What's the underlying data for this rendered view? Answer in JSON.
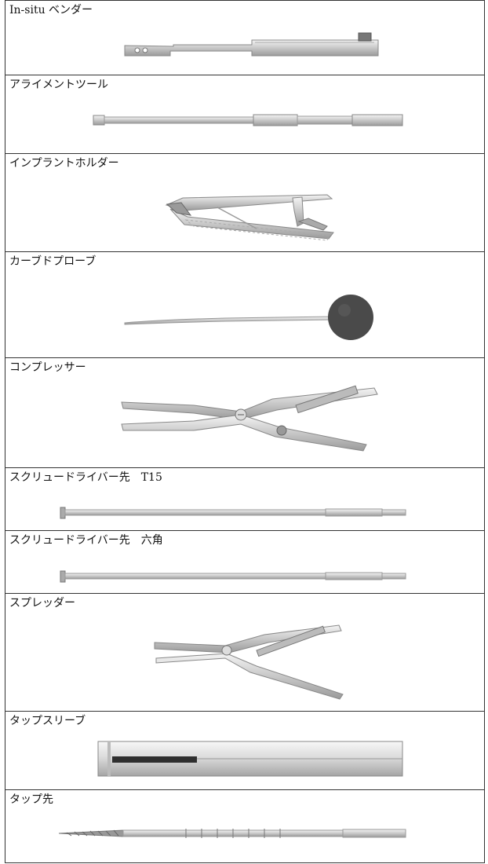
{
  "items": [
    {
      "label": "In-situ ベンダー",
      "icon": "in-situ-bender-icon"
    },
    {
      "label": "アライメントツール",
      "icon": "alignment-tool-icon"
    },
    {
      "label": "インプラントホルダー",
      "icon": "implant-holder-icon"
    },
    {
      "label": "カーブドプローブ",
      "icon": "curved-probe-icon"
    },
    {
      "label": "コンプレッサー",
      "icon": "compressor-icon"
    },
    {
      "label": "スクリュードライバー先　T15",
      "icon": "screwdriver-tip-t15-icon"
    },
    {
      "label": "スクリュードライバー先　六角",
      "icon": "screwdriver-tip-hex-icon"
    },
    {
      "label": "スプレッダー",
      "icon": "spreader-icon"
    },
    {
      "label": "タップスリーブ",
      "icon": "tap-sleeve-icon"
    },
    {
      "label": "タップ先",
      "icon": "tap-tip-icon"
    }
  ],
  "colors": {
    "border": "#333333",
    "metal_light": "#e6e6e6",
    "metal_mid": "#b8b8b8",
    "metal_dark": "#7a7a7a",
    "probe_ball": "#4a4a4a"
  }
}
